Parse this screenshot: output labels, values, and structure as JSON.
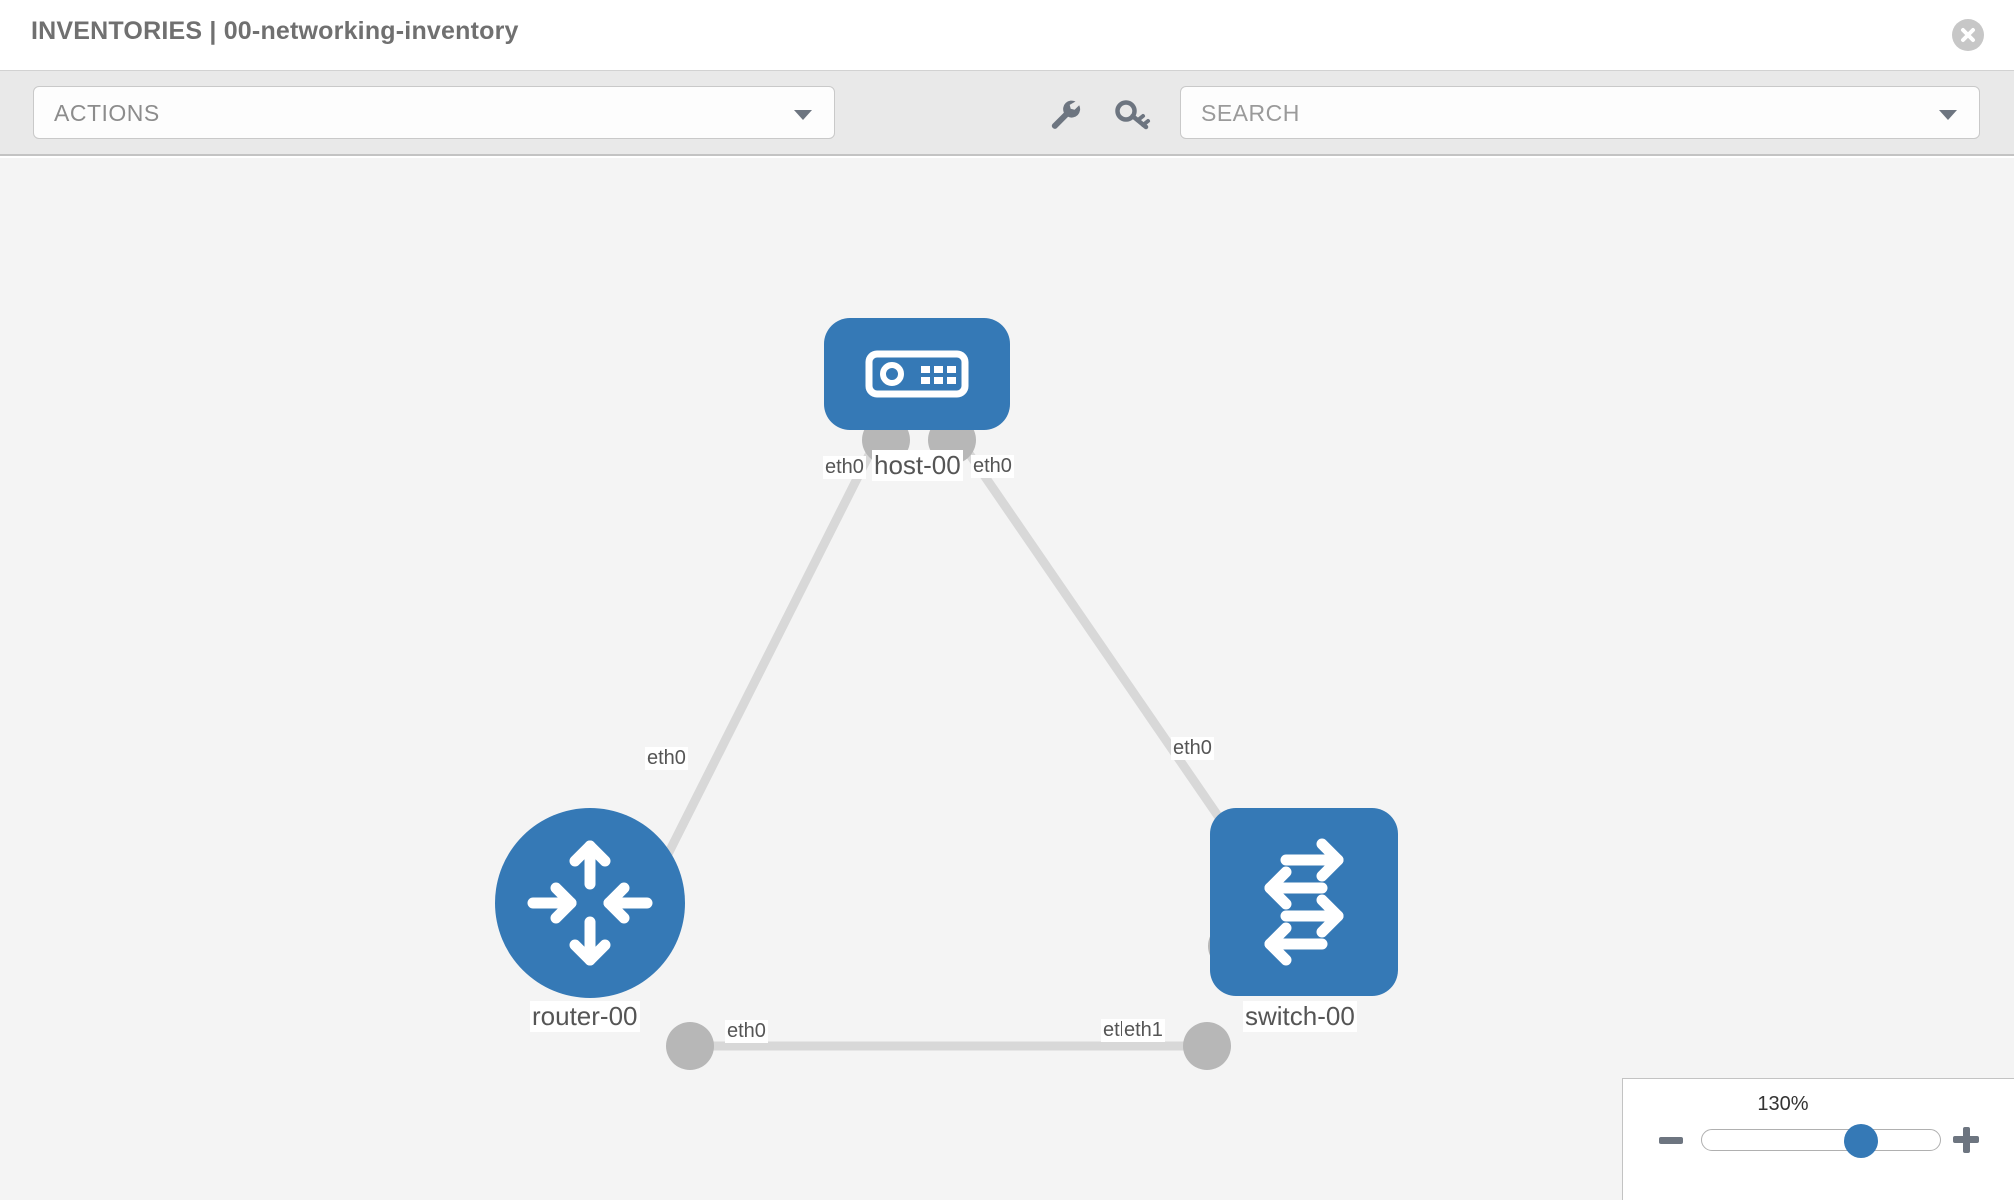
{
  "header": {
    "title": "INVENTORIES | 00-networking-inventory",
    "close_icon": "close-circle-icon"
  },
  "toolbar": {
    "actions_label": "ACTIONS",
    "actions_caret_icon": "chevron-down-icon",
    "wrench_icon": "wrench-icon",
    "key_icon": "key-icon",
    "search_placeholder": "SEARCH",
    "search_caret_icon": "chevron-down-icon"
  },
  "topology": {
    "nodes": [
      {
        "id": "host-00",
        "label": "host-00",
        "type": "host",
        "icon": "server-icon",
        "color": "#3579b6"
      },
      {
        "id": "router-00",
        "label": "router-00",
        "type": "router",
        "icon": "router-arrows-icon",
        "color": "#3579b6"
      },
      {
        "id": "switch-00",
        "label": "switch-00",
        "type": "switch",
        "icon": "switch-arrows-icon",
        "color": "#3579b6"
      }
    ],
    "edges": [
      {
        "from": "host-00",
        "to": "router-00",
        "from_label": "eth0",
        "to_label": "eth0"
      },
      {
        "from": "host-00",
        "to": "switch-00",
        "from_label": "eth0",
        "to_label": "eth0"
      },
      {
        "from": "router-00",
        "to": "switch-00",
        "from_label": "eth0",
        "to_label": "eth1",
        "to_label_overlap": "eth"
      }
    ],
    "edge_labels": {
      "host_left": "eth0",
      "host_right": "eth0",
      "router_up": "eth0",
      "switch_up": "eth0",
      "router_side": "eth0",
      "switch_side_overlap": "eth",
      "switch_side": "eth1"
    }
  },
  "zoom_control": {
    "value": "130%",
    "minus_label": "−",
    "plus_label": "+"
  },
  "colors": {
    "node_blue": "#3579b6",
    "canvas_bg": "#f4f4f4",
    "toolbar_bg": "#e9e9e9",
    "edge_gray": "#d8d8d8",
    "port_gray": "#b7b7b7"
  }
}
